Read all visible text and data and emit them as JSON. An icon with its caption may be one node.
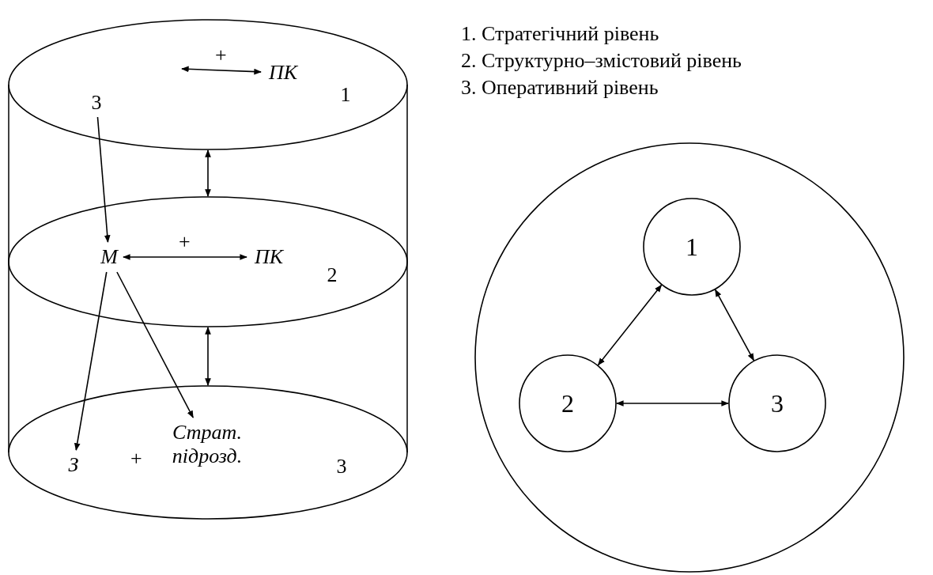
{
  "diagram": {
    "nodes": [
      {
        "text": [
          "1"
        ]
      },
      {
        "text": [
          "ПК"
        ],
        "in": 0
      },
      {
        "text": [
          "3"
        ],
        "in": 0
      },
      {
        "text": [
          "2"
        ]
      },
      {
        "text": [
          "М"
        ],
        "in": 3
      },
      {
        "text": [
          "ПК"
        ],
        "in": 3
      },
      {
        "text": [
          "3"
        ]
      },
      {
        "text": [
          "З"
        ],
        "in": 6
      },
      {
        "text": [
          "Страт. підрозд."
        ],
        "in": 6
      },
      {
        "text": [],
        "shape": "circle"
      },
      {
        "text": [
          "1"
        ],
        "in": 9
      },
      {
        "text": [
          "2"
        ],
        "in": 9
      },
      {
        "text": [
          "3"
        ],
        "in": 9
      }
    ],
    "edges": [
      {
        "from": null,
        "to": 1,
        "arrow": "both",
        "label": "+"
      },
      {
        "from": 0,
        "to": 3,
        "arrow": "both"
      },
      {
        "from": 2,
        "to": 4,
        "arrow": "to"
      },
      {
        "from": 4,
        "to": 5,
        "arrow": "both",
        "label": "+"
      },
      {
        "from": 3,
        "to": 6,
        "arrow": "both"
      },
      {
        "from": 4,
        "to": 7,
        "arrow": "to"
      },
      {
        "from": 4,
        "to": 8,
        "arrow": "to"
      },
      {
        "from": 10,
        "to": 11,
        "arrow": "both"
      },
      {
        "from": 10,
        "to": 12,
        "arrow": "both"
      },
      {
        "from": 11,
        "to": 12,
        "arrow": "both"
      }
    ],
    "labels": [
      "1. Стратегічний рівень",
      "2. Структурно–змістовий рівень",
      "3. Оперативний рівень",
      "+"
    ]
  }
}
